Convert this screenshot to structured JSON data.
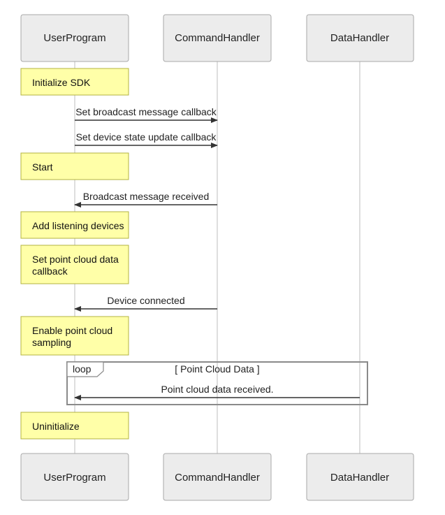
{
  "actors": [
    "UserProgram",
    "CommandHandler",
    "DataHandler"
  ],
  "notes": {
    "initialize_sdk": [
      "Initialize SDK"
    ],
    "start": [
      "Start"
    ],
    "add_listening_devices": [
      "Add listening devices"
    ],
    "set_point_cloud_callback": [
      "Set point cloud data",
      "callback"
    ],
    "enable_sampling": [
      "Enable point cloud",
      "sampling"
    ],
    "uninitialize": [
      "Uninitialize"
    ]
  },
  "messages": {
    "set_broadcast_callback": "Set broadcast message callback",
    "set_state_callback": "Set device state update callback",
    "broadcast_received": "Broadcast message received",
    "device_connected": "Device connected",
    "point_cloud_received": "Point cloud data received."
  },
  "loop": {
    "label": "loop",
    "condition": "[ Point Cloud Data ]"
  },
  "colors": {
    "note_fill": "#ffffa8",
    "note_border": "#b3b340",
    "actor_fill": "#ececec",
    "actor_border": "#a9a9a9"
  }
}
